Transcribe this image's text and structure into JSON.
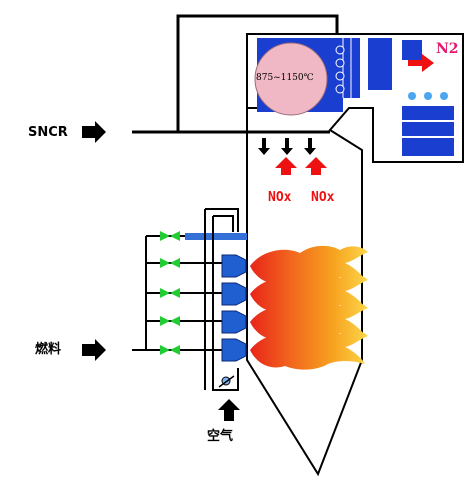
{
  "labels": {
    "sncr": "SNCR",
    "fuel": "燃料",
    "air": "空气",
    "nox_left": "NOx",
    "nox_right": "NOx",
    "n2": "N2",
    "temperature": "875~1150℃"
  },
  "colors": {
    "boiler_outline": "#000000",
    "tube_blue": "#1a3ecf",
    "nox_arrow": "#ee1111",
    "n2_text": "#e6196e",
    "zone_fill": "#f0b8c4",
    "valve_green": "#22cc33"
  },
  "icons": {
    "injection_arrow": "arrow-down-icon",
    "input_arrow": "arrow-right-icon",
    "air_arrow": "arrow-up-icon",
    "burner": "burner-nozzle-icon",
    "flame": "flame-icon",
    "valve": "valve-icon",
    "damper": "damper-icon"
  }
}
